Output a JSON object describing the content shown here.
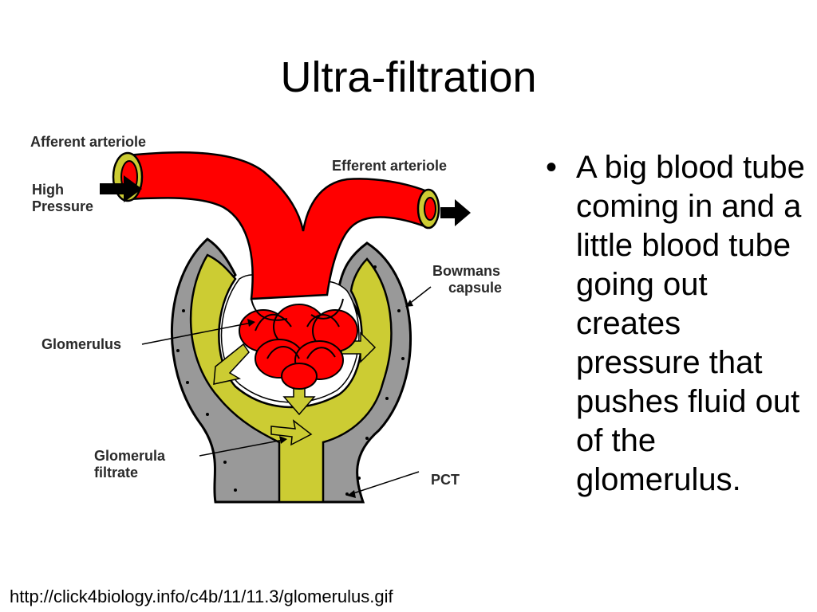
{
  "slide": {
    "title": "Ultra-filtration",
    "bullet_text": "A big blood tube coming in and a little blood tube going out creates pressure that pushes fluid out of the glomerulus.",
    "bullet_marker": "•",
    "source_url": "http://click4biology.info/c4b/11/11.3/glomerulus.gif"
  },
  "diagram": {
    "labels": {
      "afferent": "Afferent arteriole",
      "efferent": "Efferent arteriole",
      "high_pressure": "High\nPressure",
      "bowmans": "Bowmans\n    capsule",
      "glomerulus": "Glomerulus",
      "filtrate": "Glomerula\nfiltrate",
      "pct": "PCT"
    },
    "colors": {
      "blood": "#ff0000",
      "capsule_wall": "#999999",
      "filtrate": "#cccc33",
      "outline": "#000000"
    }
  }
}
